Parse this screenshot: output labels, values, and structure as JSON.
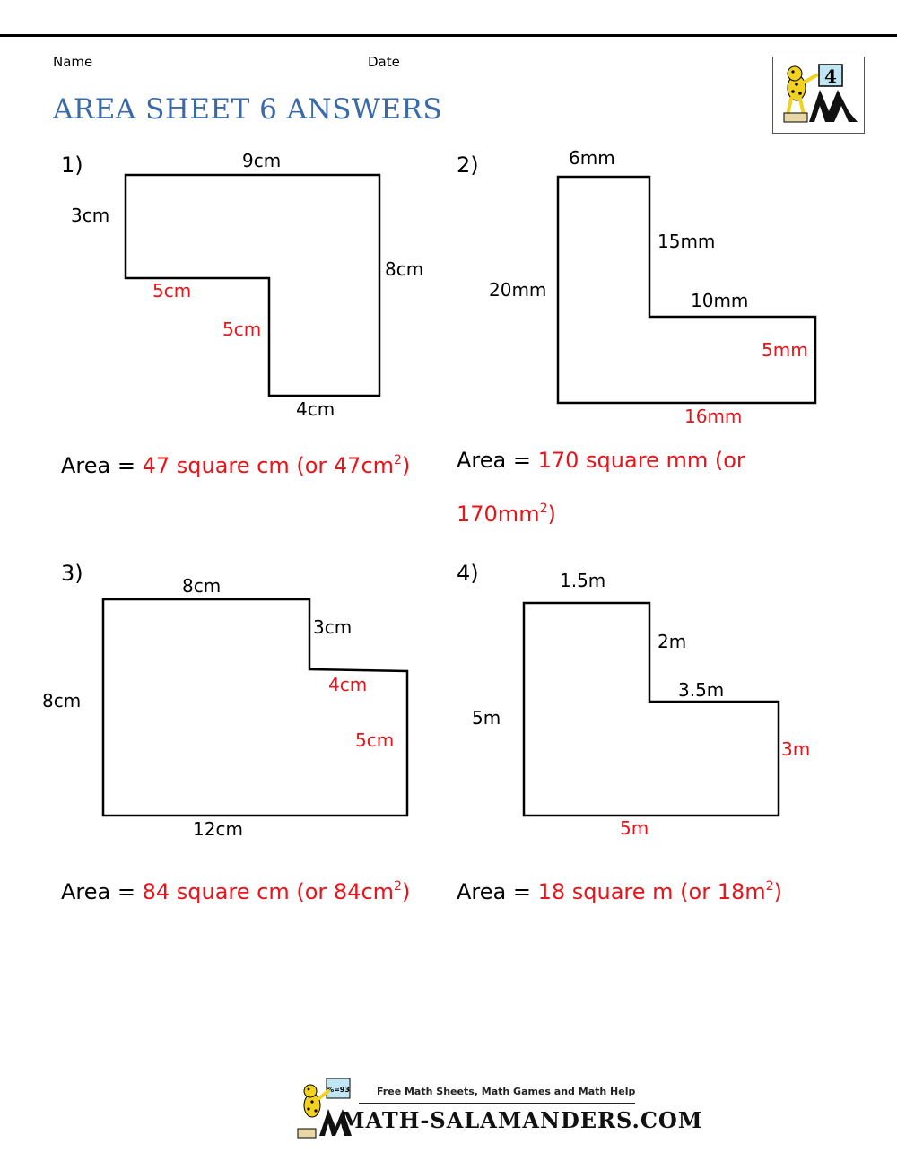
{
  "header": {
    "name_label": "Name",
    "date_label": "Date",
    "title": "AREA SHEET 6 ANSWERS",
    "logo_grade": "4"
  },
  "problems": [
    {
      "num": "1)",
      "labels": [
        "9cm",
        "3cm",
        "8cm",
        "5cm",
        "5cm",
        "4cm"
      ],
      "area_prefix": "Area = ",
      "answer_line1": "47 square cm (or 47cm",
      "answer_sup": "2",
      "answer_close": ")"
    },
    {
      "num": "2)",
      "labels": [
        "6mm",
        "15mm",
        "20mm",
        "10mm",
        "5mm",
        "16mm"
      ],
      "area_prefix": "Area = ",
      "answer_line1": "170 square mm (or",
      "answer_line2": "170mm",
      "answer_sup": "2",
      "answer_close": ")"
    },
    {
      "num": "3)",
      "labels": [
        "8cm",
        "3cm",
        "8cm",
        "4cm",
        "5cm",
        "12cm"
      ],
      "area_prefix": "Area = ",
      "answer_line1": "84 square cm (or 84cm",
      "answer_sup": "2",
      "answer_close": ")"
    },
    {
      "num": "4)",
      "labels": [
        "1.5m",
        "2m",
        "3.5m",
        "5m",
        "3m",
        "5m"
      ],
      "area_prefix": "Area = ",
      "answer_line1": "18 square m (or 18m",
      "answer_sup": "2",
      "answer_close": ")"
    }
  ],
  "footer": {
    "tagline": "Free Math Sheets, Math Games and Math Help",
    "brand": "MATH-SALAMANDERS.COM",
    "logo_text": "%=93"
  },
  "colors": {
    "title": "#3a6aa8",
    "answer": "#e8141a",
    "text": "#000000"
  }
}
